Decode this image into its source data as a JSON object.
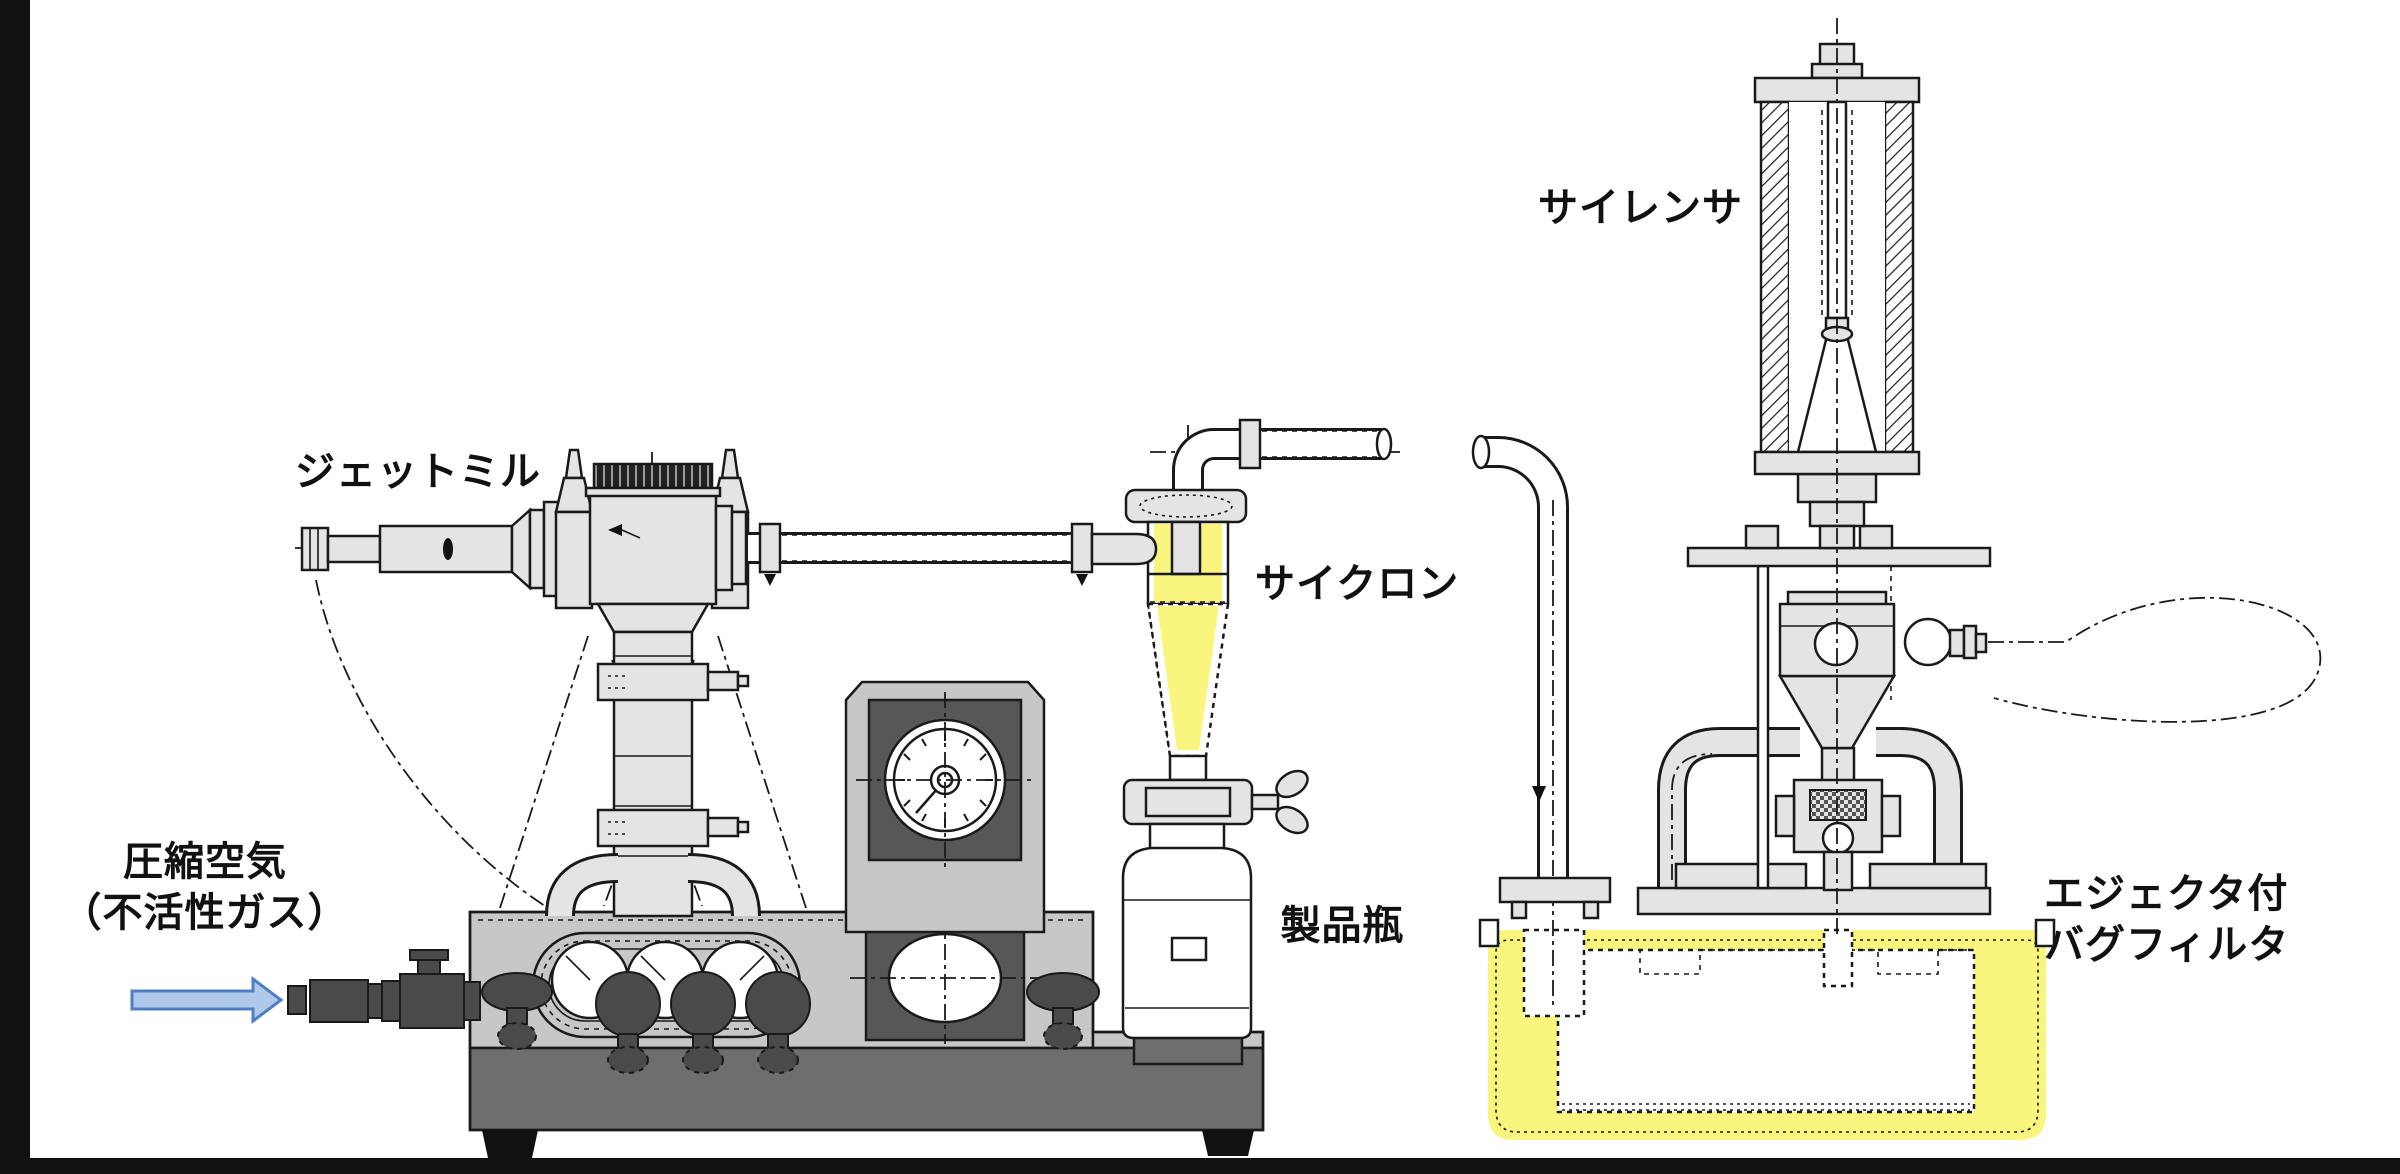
{
  "labels": {
    "compressed_air": {
      "line1": "圧縮空気",
      "line2": "（不活性ガス）"
    },
    "jet_mill": "ジェットミル",
    "cyclone": "サイクロン",
    "product_bottle": "製品瓶",
    "silencer": "サイレンサ",
    "bag_filter": {
      "line1": "エジェクタ付",
      "line2": "バグフィルタ"
    }
  },
  "colors": {
    "highlight_yellow": "#FAF57E",
    "arrow_fill": "#AEC9EA",
    "arrow_stroke": "#4E7FC1",
    "line_dark": "#1A1A1A",
    "part_light": "#E4E4E4",
    "part_mid": "#C7C7C7",
    "panel_dark": "#575757",
    "band_dark": "#6E6E6E",
    "knob_dark": "#4A4A4A",
    "frame_black": "#000000",
    "label_text": "#111111"
  },
  "diagram": {
    "type": "equipment-schematic",
    "description_components": [
      "compressed-air-inlet",
      "jet-mill",
      "gauge-base-unit",
      "cyclone",
      "product-bottle",
      "silencer",
      "ejector-bag-filter"
    ]
  }
}
